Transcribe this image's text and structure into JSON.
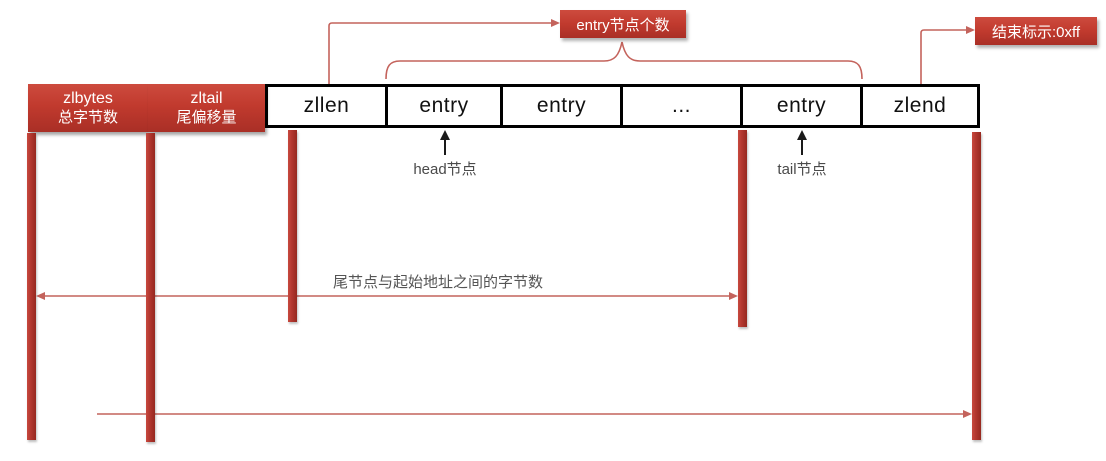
{
  "diagram": {
    "cells": [
      {
        "label": "zlbytes",
        "sublabel": "总字节数"
      },
      {
        "label": "zltail",
        "sublabel": "尾偏移量"
      },
      {
        "label": "zllen"
      },
      {
        "label": "entry"
      },
      {
        "label": "entry"
      },
      {
        "label": "..."
      },
      {
        "label": "entry"
      },
      {
        "label": "zlend"
      }
    ],
    "callouts": {
      "entry_count": "entry节点个数",
      "end_marker": "结束标示:0xff"
    },
    "annotations": {
      "head": "head节点",
      "tail": "tail节点",
      "tail_offset_note": "尾节点与起始地址之间的字节数"
    },
    "colors": {
      "box_red": "#c13a2e",
      "bar_red": "#b0362e",
      "line_red": "#c4635c",
      "text_dark": "#555555",
      "box_border": "#000000",
      "text_white": "#ffffff"
    }
  }
}
